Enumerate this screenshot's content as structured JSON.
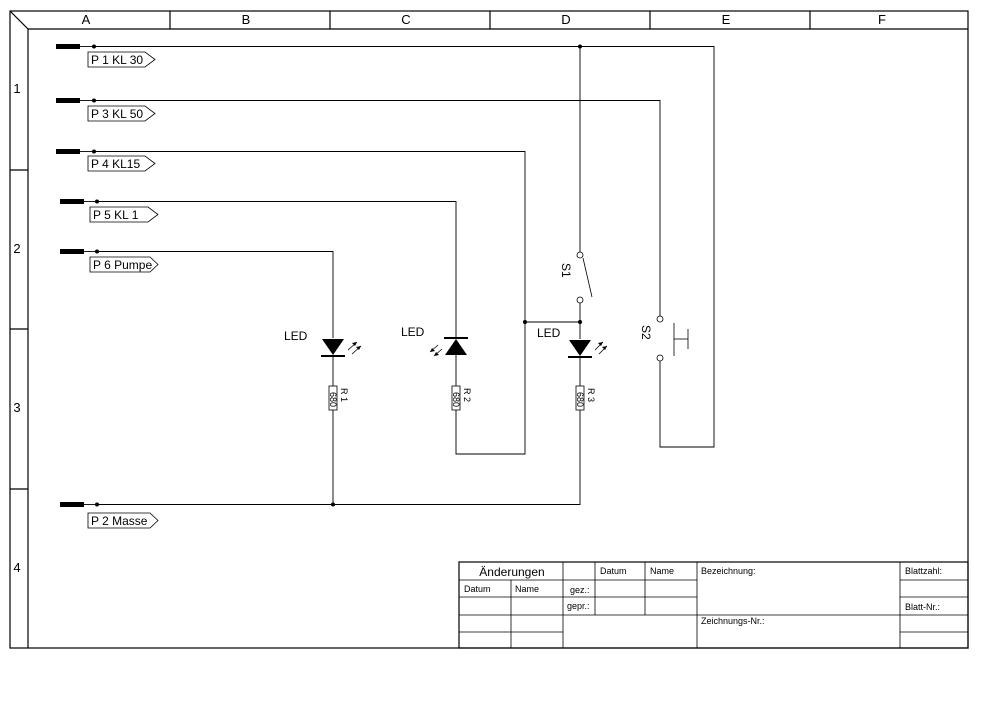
{
  "grid": {
    "columns": [
      "A",
      "B",
      "C",
      "D",
      "E",
      "F"
    ],
    "rows": [
      "1",
      "2",
      "3",
      "4"
    ]
  },
  "connectors": {
    "p1": "P 1 KL 30",
    "p3": "P 3 KL 50",
    "p4": "P 4 KL15",
    "p5": "P 5  KL 1",
    "p6": "P 6 Pumpe",
    "p2": "P 2  Masse"
  },
  "components": {
    "led1_label": "LED",
    "led2_label": "LED",
    "led3_label": "LED",
    "r1_name": "R 1",
    "r1_value": "680",
    "r2_name": "R 2",
    "r2_value": "680",
    "r3_name": "R 3",
    "r3_value": "680",
    "s1_label": "S1",
    "s2_label": "S2"
  },
  "title_block": {
    "aenderungen": "Änderungen",
    "datum_header": "Datum",
    "name_header": "Name",
    "col_datum": "Datum",
    "col_name": "Name",
    "gez": "gez.:",
    "gepr": "gepr.:",
    "bezeichnung": "Bezeichnung:",
    "blattzahl": "Blattzahl:",
    "blatt_nr": "Blatt-Nr.:",
    "zeichnungs_nr": "Zeichnungs-Nr.:"
  }
}
